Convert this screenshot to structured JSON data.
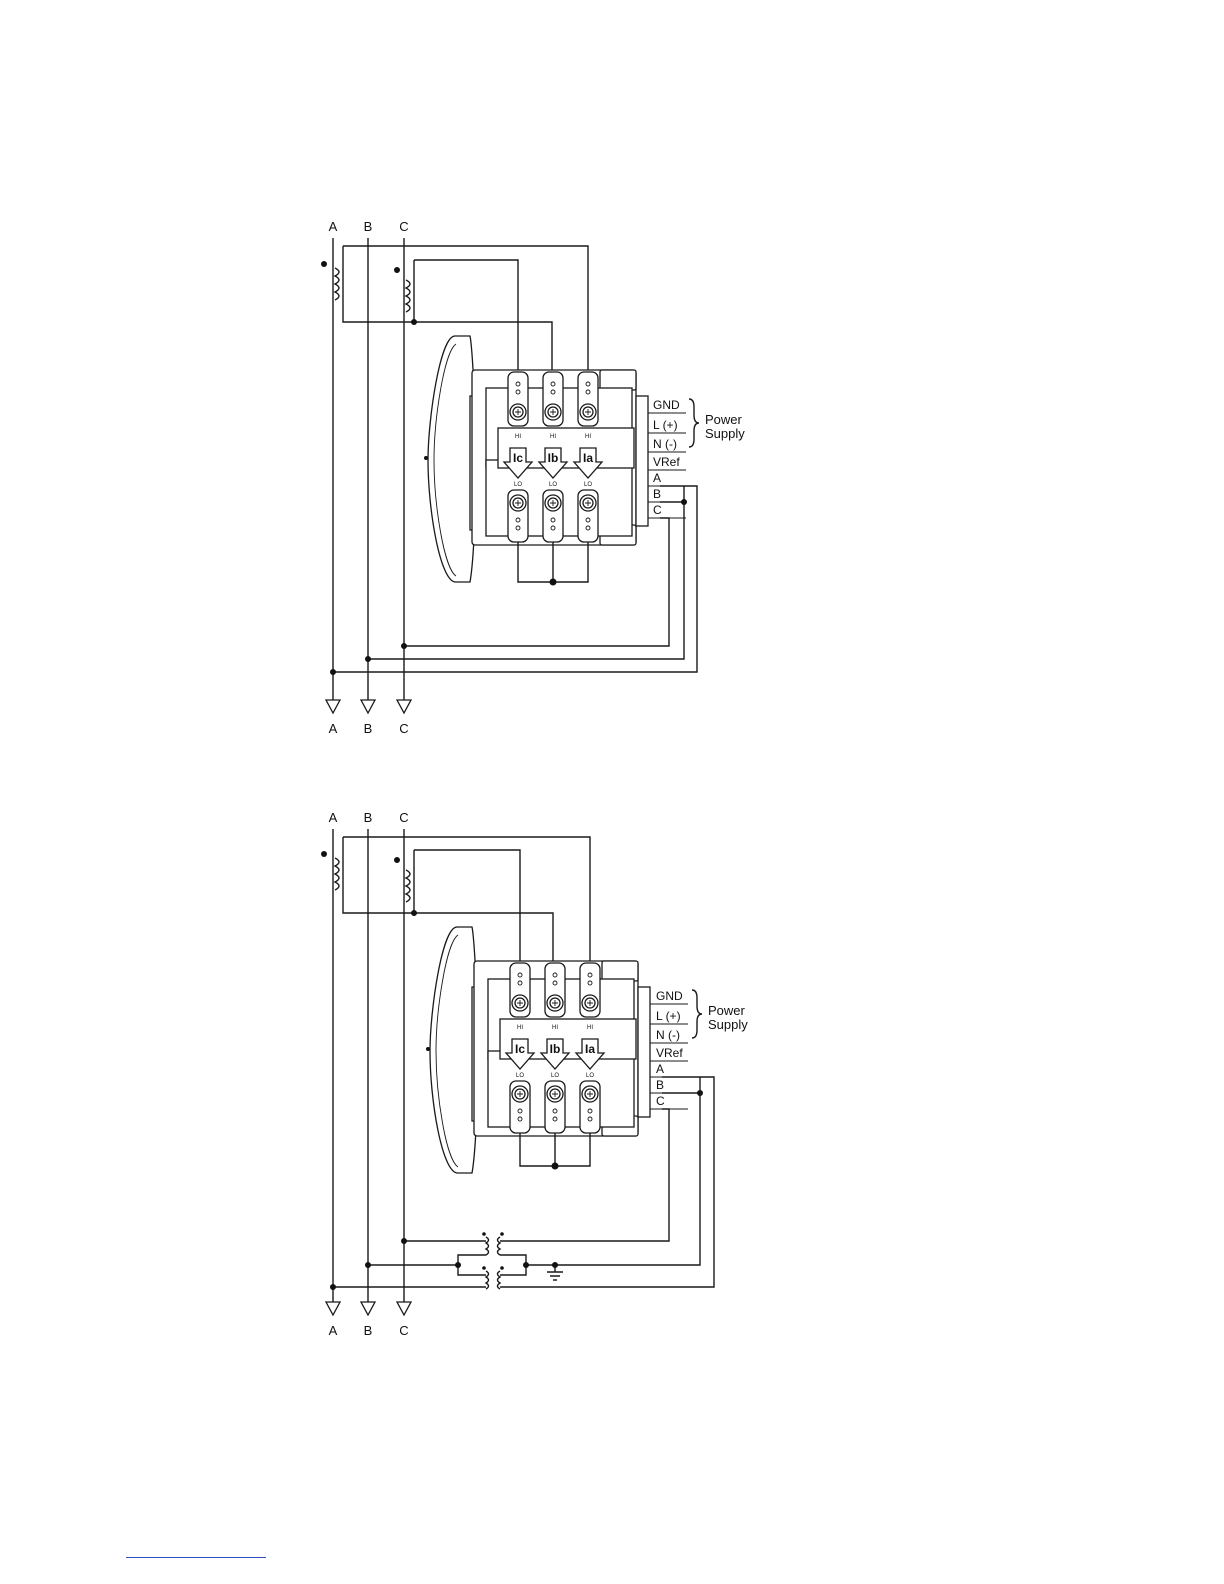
{
  "diagrams": [
    {
      "phases_top": [
        "A",
        "B",
        "C"
      ],
      "phases_bottom": [
        "A",
        "B",
        "C"
      ],
      "current_inputs": [
        "Ic",
        "Ib",
        "Ia"
      ],
      "hi_label": "HI",
      "lo_label": "LO",
      "terminals": [
        "GND",
        "L (+)",
        "N (-)",
        "VRef",
        "A",
        "B",
        "C"
      ],
      "power_supply": [
        "Power",
        "Supply"
      ]
    },
    {
      "phases_top": [
        "A",
        "B",
        "C"
      ],
      "phases_bottom": [
        "A",
        "B",
        "C"
      ],
      "current_inputs": [
        "Ic",
        "Ib",
        "Ia"
      ],
      "hi_label": "HI",
      "lo_label": "LO",
      "terminals": [
        "GND",
        "L (+)",
        "N (-)",
        "VRef",
        "A",
        "B",
        "C"
      ],
      "power_supply": [
        "Power",
        "Supply"
      ]
    }
  ]
}
